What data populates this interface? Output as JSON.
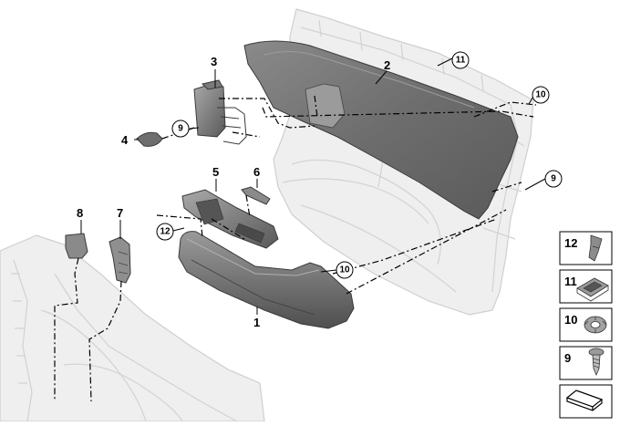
{
  "callouts": {
    "c1": "1",
    "c2": "2",
    "c3": "3",
    "c4": "4",
    "c5": "5",
    "c6": "6",
    "c7": "7",
    "c8": "8"
  },
  "circled": {
    "r11": "11",
    "r10a": "10",
    "r9a": "9",
    "r9b": "9",
    "r12": "12",
    "r10b": "10"
  },
  "legend": {
    "items": [
      {
        "label": "12",
        "icon": "clip-12-icon"
      },
      {
        "label": "11",
        "icon": "clip-11-icon"
      },
      {
        "label": "10",
        "icon": "washer-nut-icon"
      },
      {
        "label": "9",
        "icon": "screw-icon"
      },
      {
        "label": "",
        "icon": "kit-symbol-icon"
      }
    ]
  },
  "colors": {
    "part_dark": "#6e6e6e",
    "part_mid": "#8c8c8c",
    "ghost": "#efefef",
    "line": "#000000"
  }
}
